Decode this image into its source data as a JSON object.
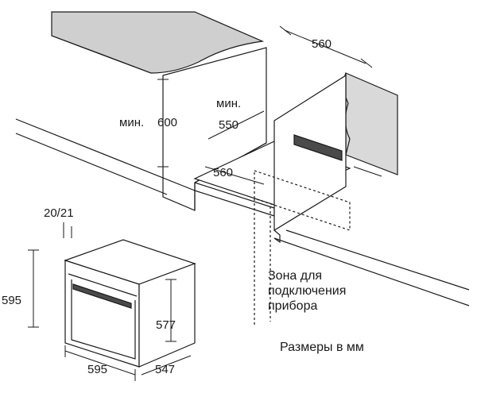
{
  "labels": {
    "niche_width": "560",
    "min_height_prefix": "мин.",
    "min_height_value": "600",
    "min_depth_prefix": "мин.",
    "min_depth_value": "550",
    "niche_front_width": "560",
    "gap": "20/21",
    "oven_height": "595",
    "oven_front_height": "577",
    "oven_width": "595",
    "oven_depth": "547",
    "connection_zone_line1": "Зона для",
    "connection_zone_line2": "подключения",
    "connection_zone_line3": "прибора",
    "units_note": "Размеры в мм"
  },
  "colors": {
    "line": "#1a1a1a",
    "countertop": "#cfcfcf",
    "wall": "#d9d9d9",
    "panel_dark": "#4a4a4a"
  }
}
